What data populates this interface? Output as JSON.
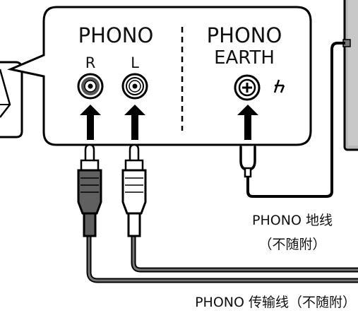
{
  "panel": {
    "phono_label": "PHONO",
    "r_label": "R",
    "l_label": "L",
    "earth_line1": "PHONO",
    "earth_line2": "EARTH"
  },
  "wire_label": {
    "line1": "PHONO 地线",
    "line2": "（不随附）"
  },
  "cable_label": "PHONO 传输线（不随附）",
  "icons": [
    "rca-jack-icon",
    "earth-terminal-icon",
    "ground-symbol-icon",
    "arrow-up-icon",
    "spade-lug-icon",
    "rca-plug-icon"
  ],
  "colors": {
    "stroke": "#000000",
    "panel_fill": "#ffffff",
    "device_fill": "#b3b3b3",
    "red_plug": "#606060",
    "white_plug": "#ffffff",
    "cable": "#777777",
    "jack_ring": "#555555"
  }
}
